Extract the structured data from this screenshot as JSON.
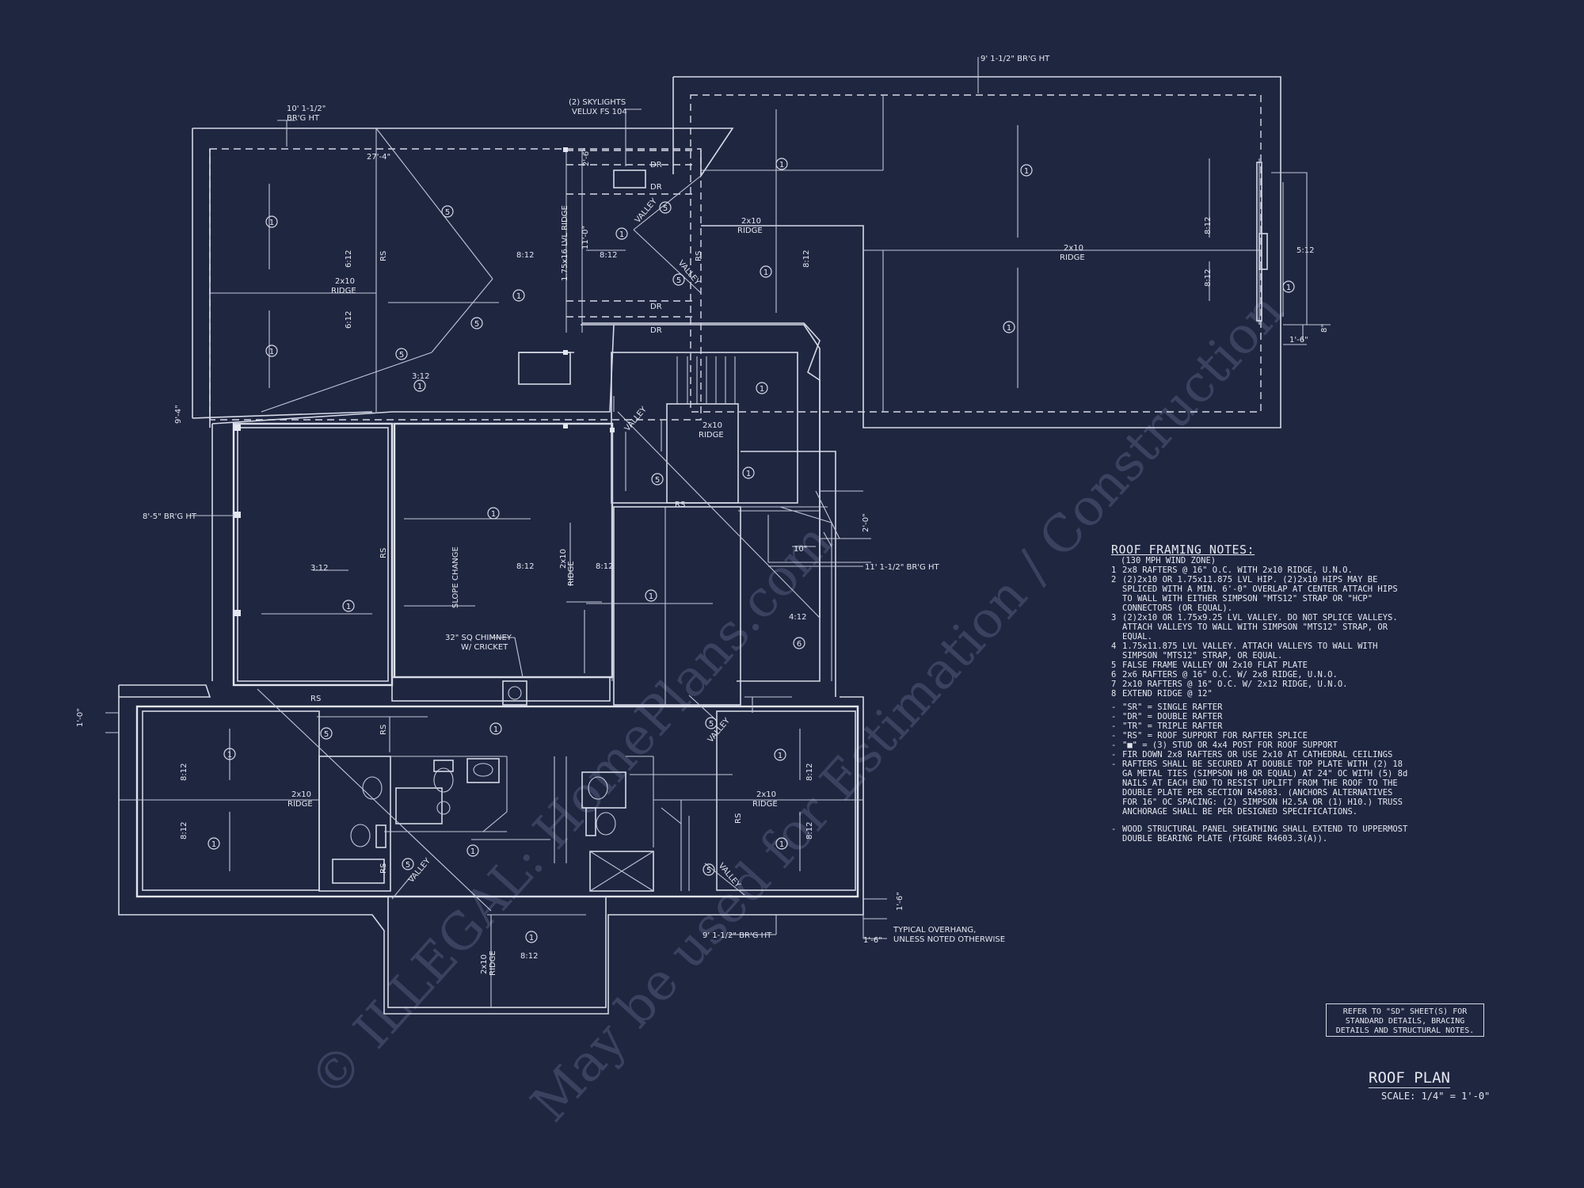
{
  "notes": {
    "title": "ROOF FRAMING NOTES:",
    "wind": "(130 MPH WIND ZONE)",
    "items": [
      {
        "num": "1",
        "text": "2x8 RAFTERS @ 16\" O.C. WITH 2x10 RIDGE, U.N.O."
      },
      {
        "num": "2",
        "text": "(2)2x10 OR 1.75x11.875 LVL HIP. (2)2x10 HIPS MAY BE SPLICED WITH A MIN. 6'-0\" OVERLAP AT CENTER ATTACH HIPS TO WALL WITH EITHER SIMPSON \"MTS12\" STRAP OR \"HCP\" CONNECTORS (OR EQUAL)."
      },
      {
        "num": "3",
        "text": "(2)2x10 OR 1.75x9.25 LVL VALLEY. DO NOT SPLICE VALLEYS. ATTACH VALLEYS TO WALL WITH SIMPSON \"MTS12\" STRAP, OR EQUAL."
      },
      {
        "num": "4",
        "text": "1.75x11.875 LVL VALLEY. ATTACH VALLEYS TO WALL WITH SIMPSON \"MTS12\" STRAP, OR EQUAL."
      },
      {
        "num": "5",
        "text": "FALSE FRAME VALLEY ON 2x10 FLAT PLATE"
      },
      {
        "num": "6",
        "text": "2x6 RAFTERS @ 16\" O.C. W/ 2x8 RIDGE, U.N.O."
      },
      {
        "num": "7",
        "text": "2x10 RAFTERS @ 16\" O.C. W/ 2x12 RIDGE, U.N.O."
      },
      {
        "num": "8",
        "text": "EXTEND RIDGE @ 12\""
      }
    ],
    "legend": [
      "\"SR\" = SINGLE RAFTER",
      "\"DR\" = DOUBLE RAFTER",
      "\"TR\" = TRIPLE RAFTER",
      "\"RS\" = ROOF SUPPORT FOR RAFTER SPLICE",
      "\"■\" = (3) STUD OR 4x4 POST FOR ROOF SUPPORT",
      "FIR DOWN 2x8 RAFTERS OR USE 2x10 AT CATHEDRAL CEILINGS",
      "RAFTERS SHALL BE SECURED AT DOUBLE TOP PLATE WITH (2) 18 GA METAL TIES (SIMPSON H8 OR EQUAL) AT 24\" OC WITH (5) 8d NAILS AT EACH END TO RESIST UPLIFT FROM THE ROOF TO THE DOUBLE PLATE PER SECTION R45083. (ANCHORS ALTERNATIVES FOR 16\" OC SPACING: (2) SIMPSON H2.5A OR (1) H10.) TRUSS ANCHORAGE SHALL BE PER DESIGNED SPECIFICATIONS."
    ],
    "sheathing": "WOOD STRUCTURAL PANEL SHEATHING SHALL EXTEND TO UPPERMOST DOUBLE BEARING PLATE (FIGURE R4603.3(A))."
  },
  "refer_box": [
    "REFER TO \"SD\" SHEET(S) FOR",
    "STANDARD DETAILS, BRACING",
    "DETAILS AND STRUCTURAL NOTES."
  ],
  "sheet_title": "ROOF PLAN",
  "sheet_scale": "SCALE: 1/4\" = 1'-0\"",
  "callouts": {
    "brg_top_left_1": "10' 1-1/2\"",
    "brg_top_left_2": "BR'G HT",
    "brg_top_right": "9' 1-1/2\" BR'G HT",
    "skylights_1": "(2) SKYLIGHTS",
    "skylights_2": "VELUX FS 104",
    "dim_27_4": "27'-4\"",
    "brg_left": "8'-5\" BR'G HT",
    "brg_mid_right": "11' 1-1/2\" BR'G HT",
    "brg_bottom": "9' 1-1/2\" BR'G HT",
    "chimney_1": "32\" SQ CHIMNEY",
    "chimney_2": "W/ CRICKET",
    "overhang_1": "TYPICAL OVERHANG,",
    "overhang_2": "UNLESS NOTED OTHERWISE",
    "slope_change": "SLOPE CHANGE",
    "lvl_ridge": "1.75x16 LVL RIDGE",
    "ridge_2x10": "2x10",
    "ridge": "RIDGE",
    "dr": "DR",
    "rs": "RS",
    "valley": "VALLEY",
    "p812": "8:12",
    "p612": "6:12",
    "p312": "3:12",
    "p412": "4:12",
    "d_1_6": "1'-6\"",
    "d_2_0": "2'-0\"",
    "d_10": "10\"",
    "d_11_0": "11'-0\"",
    "d_2_6": "2'-6\"",
    "d_1_0": "1'-0\"",
    "d_9_4": "9'-4\"",
    "d_8": "8\""
  },
  "watermark": {
    "line1": "© ILLEGAL: HomePlans.com",
    "line2": "May be used for Estimation / Construction"
  }
}
